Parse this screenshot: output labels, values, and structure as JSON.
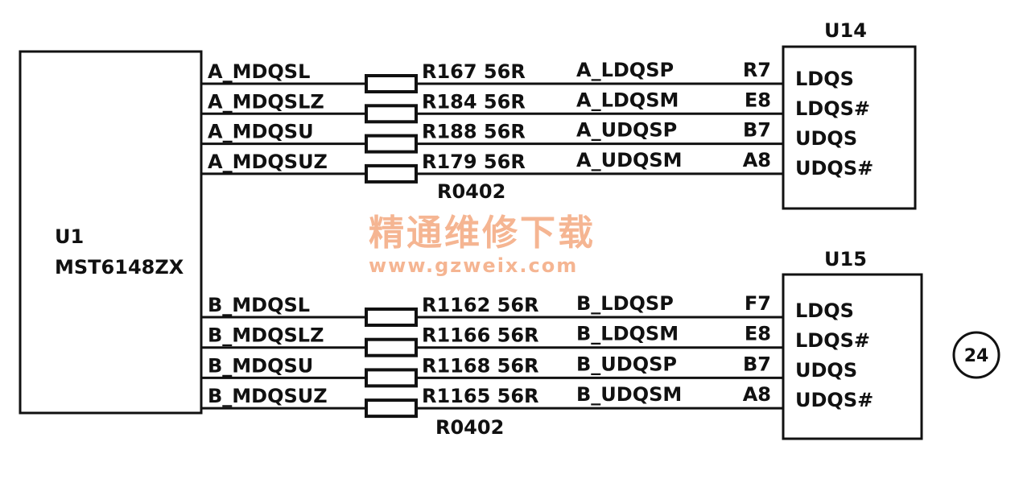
{
  "u1": {
    "ref": "U1",
    "part": "MST6148ZX"
  },
  "groups": [
    {
      "chip": "U14",
      "package": "R0402",
      "nets": [
        {
          "left": "A_MDQSL",
          "res": "R167 56R",
          "right": "A_LDQSP",
          "pin": "R7",
          "port": "LDQS"
        },
        {
          "left": "A_MDQSLZ",
          "res": "R184 56R",
          "right": "A_LDQSM",
          "pin": "E8",
          "port": "LDQS#"
        },
        {
          "left": "A_MDQSU",
          "res": "R188 56R",
          "right": "A_UDQSP",
          "pin": "B7",
          "port": "UDQS"
        },
        {
          "left": "A_MDQSUZ",
          "res": "R179 56R",
          "right": "A_UDQSM",
          "pin": "A8",
          "port": "UDQS#"
        }
      ]
    },
    {
      "chip": "U15",
      "package": "R0402",
      "nets": [
        {
          "left": "B_MDQSL",
          "res": "R1162 56R",
          "right": "B_LDQSP",
          "pin": "F7",
          "port": "LDQS"
        },
        {
          "left": "B_MDQSLZ",
          "res": "R1166 56R",
          "right": "B_LDQSM",
          "pin": "E8",
          "port": "LDQS#"
        },
        {
          "left": "B_MDQSU",
          "res": "R1168 56R",
          "right": "B_UDQSP",
          "pin": "B7",
          "port": "UDQS"
        },
        {
          "left": "B_MDQSUZ",
          "res": "R1165 56R",
          "right": "B_UDQSM",
          "pin": "A8",
          "port": "UDQS#"
        }
      ]
    }
  ],
  "figure_number": "24",
  "watermark": {
    "text": "精通维修下载",
    "url": "www.gzweix.com"
  }
}
